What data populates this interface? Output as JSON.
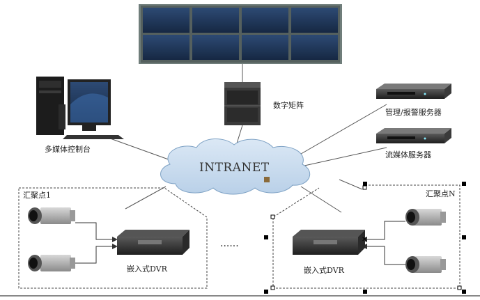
{
  "labels": {
    "matrix": "数字矩阵",
    "console": "多媒体控制台",
    "mgmt_server": "管理/报警服务器",
    "stream_server": "流媒体服务器",
    "network": "INTRANET",
    "hub1": "汇聚点1",
    "hubN": "汇聚点N",
    "dvr1": "嵌入式DVR",
    "dvr2": "嵌入式DVR",
    "ellipsis": "······"
  },
  "colors": {
    "monitor_bezel": "#6f7d7a",
    "screen": "#223a60",
    "cloud": "#c9dcef",
    "cloud_stroke": "#7da1c4",
    "device_dark": "#2a2a2a",
    "line": "#555555"
  },
  "icons": [
    "video-wall-icon",
    "matrix-switch-icon",
    "pc-console-icon",
    "rack-server-icon",
    "cloud-icon",
    "camera-icon",
    "dvr-icon"
  ]
}
